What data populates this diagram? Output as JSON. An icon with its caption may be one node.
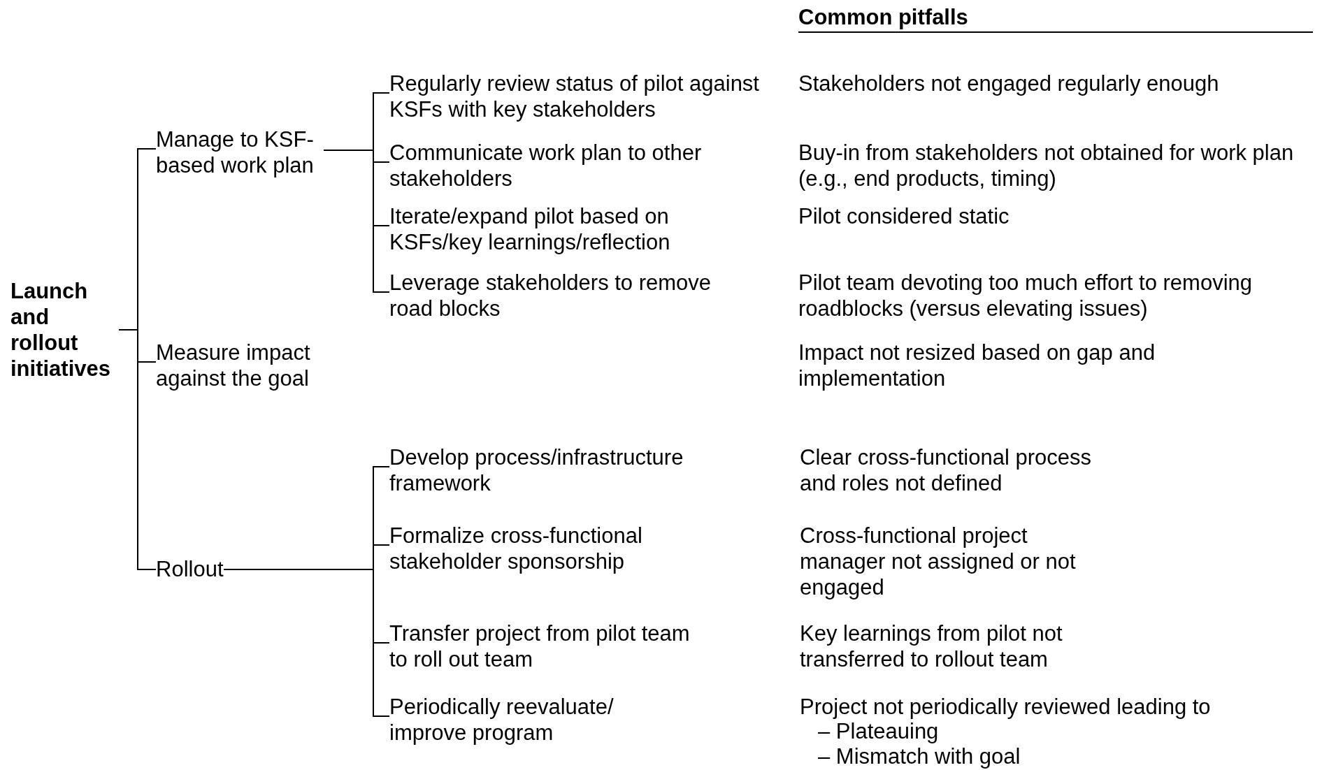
{
  "diagram": {
    "nodes": [
      {
        "text": [
          "Launch and rollout initiatives"
        ]
      },
      {
        "text": [
          "Manage to KSF-based work plan"
        ]
      },
      {
        "text": [
          "Measure impact against the goal"
        ]
      },
      {
        "text": [
          "Rollout"
        ]
      },
      {
        "text": [
          "Regularly review status of pilot against KSFs with key stakeholders"
        ]
      },
      {
        "text": [
          "Communicate work plan to other stakeholders"
        ]
      },
      {
        "text": [
          "Iterate/expand pilot based on KSFs/key learnings/reflection"
        ]
      },
      {
        "text": [
          "Leverage stakeholders to remove road blocks"
        ]
      },
      {
        "text": [
          "Develop process/infrastructure framework"
        ]
      },
      {
        "text": [
          "Formalize cross-functional stakeholder sponsorship"
        ]
      },
      {
        "text": [
          "Transfer project from pilot team to roll out team"
        ]
      },
      {
        "text": [
          "Periodically reevaluate/ improve program"
        ]
      }
    ],
    "edges": [
      {
        "from": 0,
        "to": 1,
        "arrow": "none"
      },
      {
        "from": 0,
        "to": 2,
        "arrow": "none"
      },
      {
        "from": 0,
        "to": 3,
        "arrow": "none"
      },
      {
        "from": 1,
        "to": 4,
        "arrow": "none"
      },
      {
        "from": 1,
        "to": 5,
        "arrow": "none"
      },
      {
        "from": 1,
        "to": 6,
        "arrow": "none"
      },
      {
        "from": 1,
        "to": 7,
        "arrow": "none"
      },
      {
        "from": 3,
        "to": 8,
        "arrow": "none"
      },
      {
        "from": 3,
        "to": 9,
        "arrow": "none"
      },
      {
        "from": 3,
        "to": 10,
        "arrow": "none"
      },
      {
        "from": 3,
        "to": 11,
        "arrow": "none"
      }
    ],
    "labels": [
      "Common pitfalls",
      "Stakeholders not engaged regularly enough",
      "Buy-in from stakeholders not obtained for work plan (e.g., end products, timing)",
      "Pilot considered static",
      "Pilot team devoting too much effort to removing roadblocks (versus elevating issues)",
      "Impact not resized based on gap and implementation",
      "Clear cross-functional process and roles not defined",
      "Cross-functional project manager not assigned or not engaged",
      "Key learnings from pilot not transferred to rollout team",
      "Project not periodically reviewed leading to",
      "– Plateauing",
      "– Mismatch with goal"
    ]
  }
}
